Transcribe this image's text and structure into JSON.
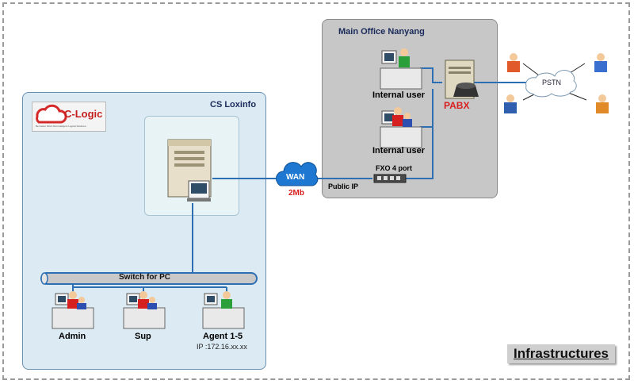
{
  "zones": {
    "main_office": "Main Office Nanyang",
    "cs_loxinfo": "CS Loxinfo"
  },
  "logo": {
    "name": "C-Logic",
    "tagline": "Be Faster Work Flat Intelligent Logical Solutions"
  },
  "labels": {
    "internal_user_1": "Internal user",
    "internal_user_2": "Internal user",
    "pabx": "PABX",
    "pstn": "PSTN",
    "fxo": "FXO 4 port",
    "public_ip": "Public IP",
    "wan": "WAN",
    "wan_speed": "2Mb",
    "switch": "Switch for PC",
    "admin": "Admin",
    "sup": "Sup",
    "agent": "Agent 1-5",
    "agent_ip": "IP :172.16.xx.xx"
  },
  "title": "Infrastructures",
  "colors": {
    "link_blue": "#2e6fb3",
    "pabx_red": "#d92020",
    "cs_zone": "#dbeaf3",
    "main_zone": "#c7c7c7"
  }
}
